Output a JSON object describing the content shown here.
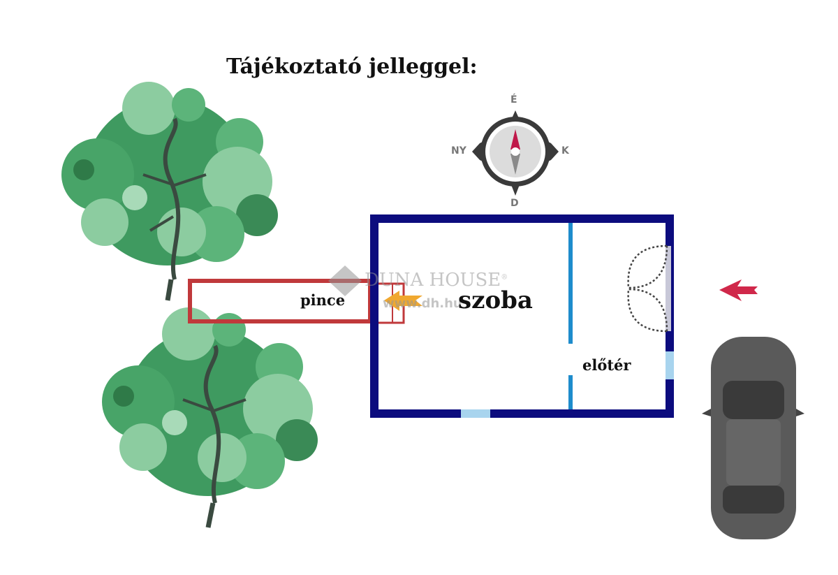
{
  "title": "Tájékoztató jelleggel:",
  "compass": {
    "north": "É",
    "south": "D",
    "east": "K",
    "west": "NY"
  },
  "rooms": {
    "basement": "pince",
    "room": "szoba",
    "hall": "előtér"
  },
  "watermark": {
    "brand": "DUNA HOUSE",
    "registered": "®",
    "url": "www.dh.hu"
  },
  "colors": {
    "wall": "#0c0c7e",
    "inner_wall": "#1e8ccc",
    "basement": "#c0393b",
    "arrow_entry": "#f0a830",
    "arrow_access": "#d0284a",
    "tree_dark": "#3f9a60",
    "tree_light": "#8ccca0",
    "car": "#555555"
  }
}
